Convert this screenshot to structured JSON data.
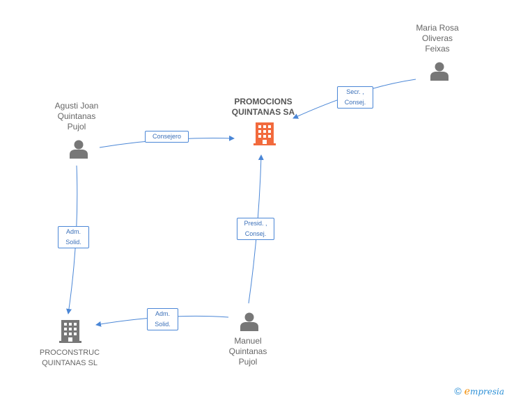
{
  "nodes": {
    "maria": {
      "lines": [
        "Maria Rosa",
        "Oliveras",
        "Feixas"
      ]
    },
    "agusti": {
      "lines": [
        "Agusti Joan",
        "Quintanas",
        "Pujol"
      ]
    },
    "promocions": {
      "lines": [
        "PROMOCIONS",
        "QUINTANAS SA"
      ]
    },
    "proconstruc": {
      "lines": [
        "PROCONSTRUC",
        "QUINTANAS SL"
      ]
    },
    "manuel": {
      "lines": [
        "Manuel",
        "Quintanas",
        "Pujol"
      ]
    }
  },
  "edges": {
    "maria_promocions": {
      "lines": [
        "Secr. ,",
        "Consej."
      ]
    },
    "agusti_promocions": {
      "lines": [
        "Consejero"
      ]
    },
    "agusti_proconstruc": {
      "lines": [
        "Adm.",
        "Solid."
      ]
    },
    "manuel_promocions": {
      "lines": [
        "Presid. ,",
        "Consej."
      ]
    },
    "manuel_proconstruc": {
      "lines": [
        "Adm.",
        "Solid."
      ]
    }
  },
  "colors": {
    "edge": "#4a86d6",
    "person": "#777777",
    "company_main": "#f26a3d",
    "company": "#777777"
  },
  "brand": {
    "copyright": "©",
    "name_first": "e",
    "name_rest": "mpresia"
  }
}
